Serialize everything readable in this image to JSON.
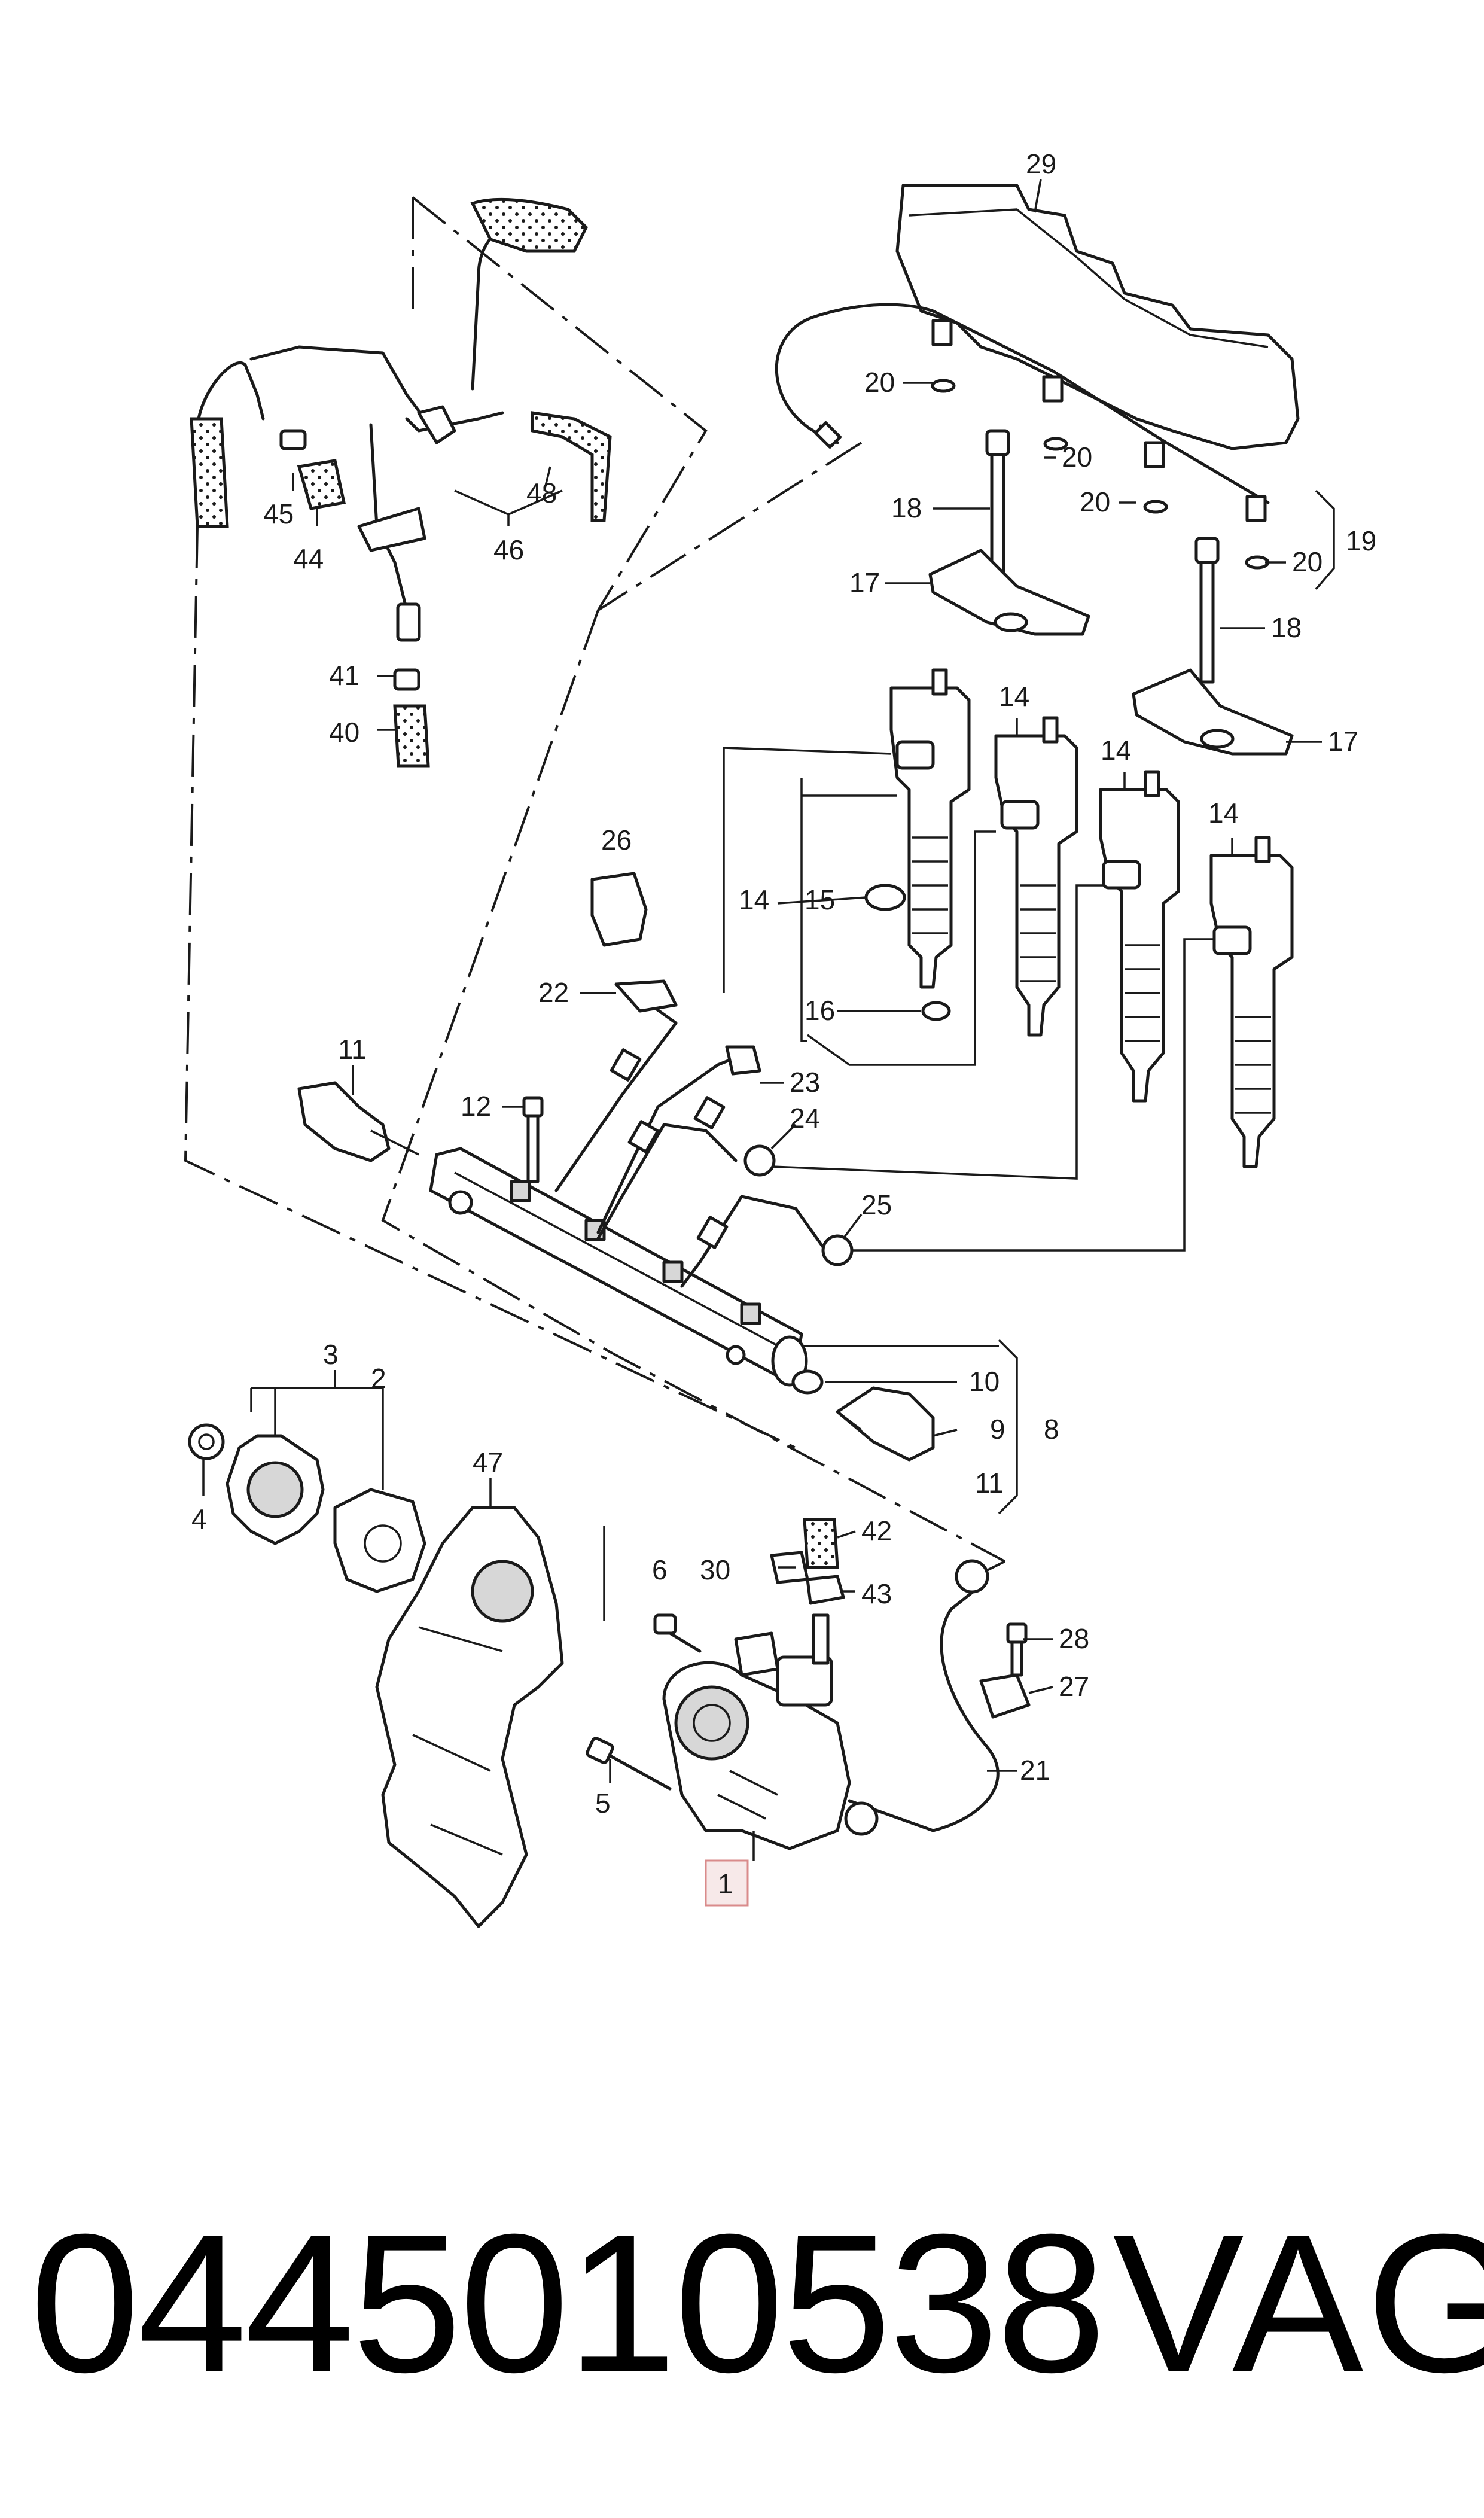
{
  "callouts": {
    "c1": "1",
    "c2": "2",
    "c3": "3",
    "c4": "4",
    "c5": "5",
    "c6": "6",
    "c8": "8",
    "c9": "9",
    "c10": "10",
    "c11a": "11",
    "c11b": "11",
    "c12": "12",
    "c14a": "14",
    "c14b": "14",
    "c14c": "14",
    "c14d": "14",
    "c15": "15",
    "c16": "16",
    "c17a": "17",
    "c17b": "17",
    "c18a": "18",
    "c18b": "18",
    "c19": "19",
    "c20a": "20",
    "c20b": "20",
    "c20c": "20",
    "c20d": "20",
    "c21": "21",
    "c22": "22",
    "c23": "23",
    "c24": "24",
    "c25": "25",
    "c26": "26",
    "c27": "27",
    "c28": "28",
    "c29": "29",
    "c30": "30",
    "c40": "40",
    "c41": "41",
    "c42": "42",
    "c43": "43",
    "c44": "44",
    "c45": "45",
    "c46": "46",
    "c47": "47",
    "c48": "48"
  },
  "footer": {
    "part_number": "0445010538",
    "brand": "VAG"
  }
}
